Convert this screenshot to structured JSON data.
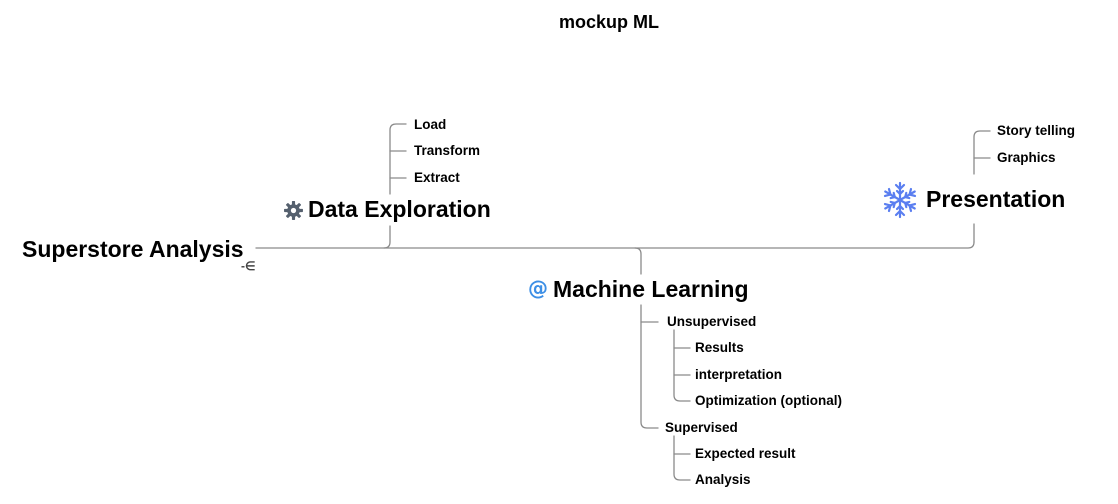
{
  "title": "mockup ML",
  "root": {
    "label": "Superstore Analysis",
    "collapse_glyph": "-∈"
  },
  "branches": {
    "data_exploration": {
      "label": "Data Exploration",
      "icon": "gear-icon",
      "children": [
        "Load",
        "Transform",
        "Extract"
      ]
    },
    "presentation": {
      "label": "Presentation",
      "icon": "snowflake-icon",
      "children": [
        "Story telling",
        "Graphics"
      ]
    },
    "machine_learning": {
      "label": "Machine Learning",
      "icon": "at-sign-icon",
      "children": [
        {
          "label": "Unsupervised",
          "children": [
            "Results",
            "interpretation",
            "Optimization (optional)"
          ]
        },
        {
          "label": "Supervised",
          "children": [
            "Expected result",
            "Analysis"
          ]
        }
      ]
    }
  },
  "colors": {
    "connector": "#8a8a8a",
    "gear_icon": "#55606e",
    "at_icon": "#3d8fe6",
    "snowflake_icon": "#5a7ef0"
  }
}
